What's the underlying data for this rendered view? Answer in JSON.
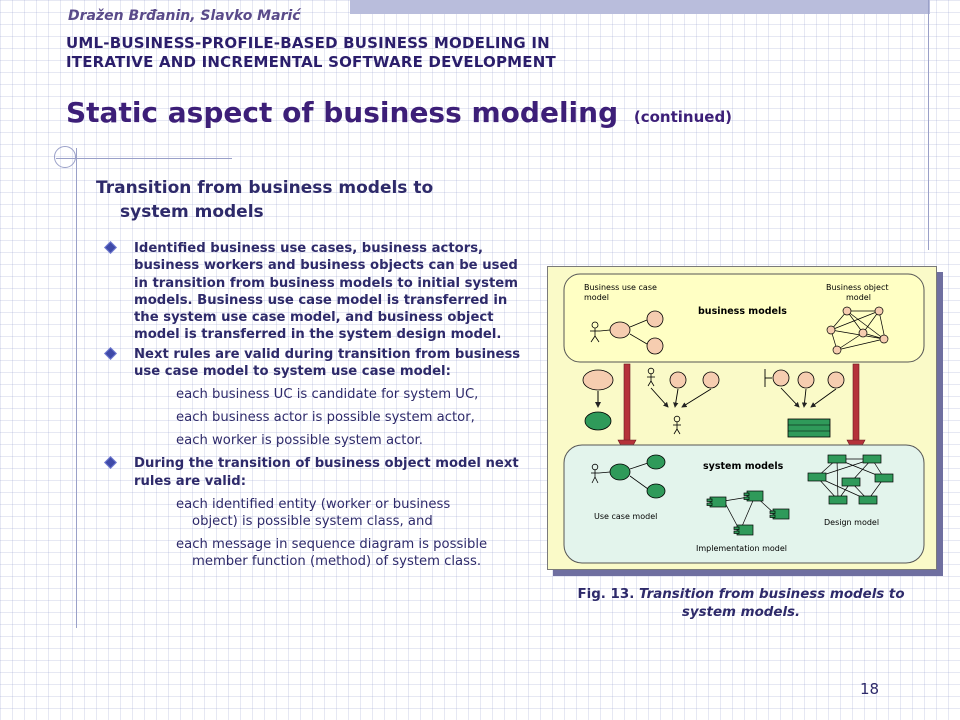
{
  "header": {
    "authors": "Dražen Brđanin, Slavko Marić",
    "paper_title_line1": "UML-BUSINESS-PROFILE-BASED BUSINESS MODELING IN",
    "paper_title_line2": "ITERATIVE AND INCREMENTAL SOFTWARE DEVELOPMENT"
  },
  "slide": {
    "title": "Static aspect of business modeling",
    "title_suffix": "(continued)",
    "heading_line1": "Transition from business models to",
    "heading_line2": "system models",
    "page_number": "18"
  },
  "bullets": [
    {
      "text": "Identified business use cases, business actors, business workers and business objects can be used in transition from business models to initial system models. Business use case model is transferred in the system use case model, and business object model is transferred in the system design model."
    },
    {
      "text": "Next rules are valid during transition from business use case model to system use case model:",
      "sub": [
        "each business UC is candidate for system UC,",
        "each business actor is possible system actor,",
        "each worker is possible system actor."
      ]
    },
    {
      "text": "During the transition of business object model next rules are valid:",
      "sub": [
        {
          "a": "each identified entity (worker or business",
          "b": "object) is possible system class, and"
        },
        {
          "a": "each message in sequence diagram is possible",
          "b": "member function (method) of system class."
        }
      ]
    }
  ],
  "figure": {
    "labels": {
      "buc_model_1": "Business use case",
      "buc_model_2": "model",
      "bo_model_1": "Business object",
      "bo_model_2": "model",
      "business_models": "business models",
      "system_models": "system models",
      "use_case_model": "Use case model",
      "design_model": "Design model",
      "implementation_model": "Implementation model"
    },
    "caption_prefix": "Fig. 13.",
    "caption_text": "Transition from business models to system models.",
    "colors": {
      "panel_bg": "#fafac8",
      "group_bg": "#ffffc4",
      "use_case_green": "#2f9a5a",
      "business_uc_peach": "#f6cdb0",
      "arrow_red": "#b5323a"
    }
  }
}
